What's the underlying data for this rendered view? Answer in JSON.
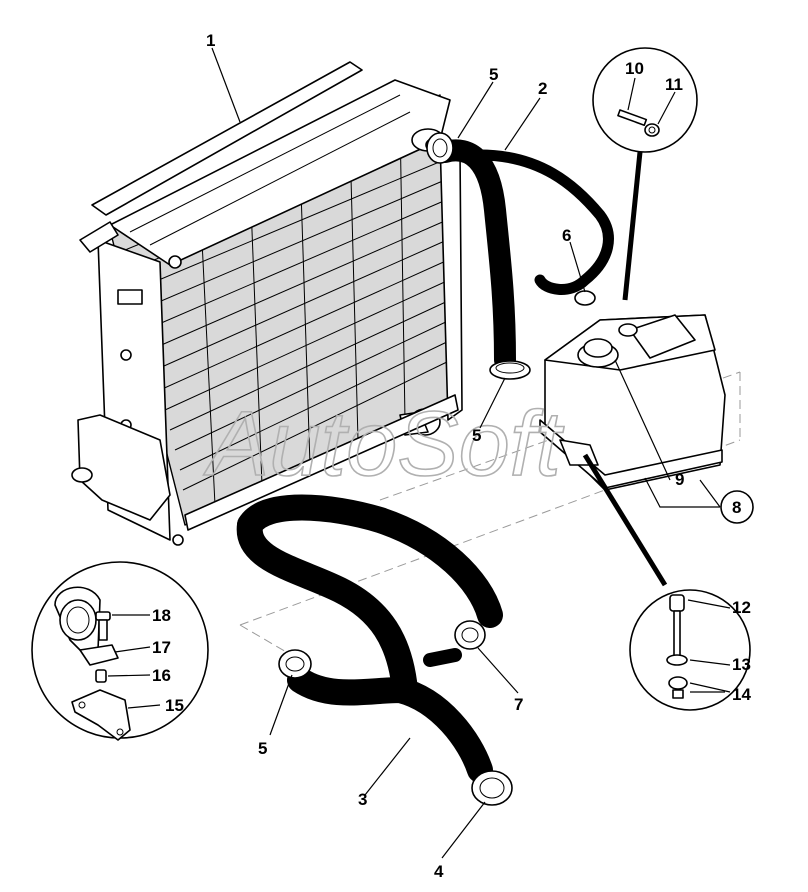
{
  "watermark": "AutoSoft",
  "callouts": {
    "c1": "1",
    "c2": "2",
    "c3": "3",
    "c4": "4",
    "c5a": "5",
    "c5b": "5",
    "c5c": "5",
    "c6": "6",
    "c7": "7",
    "c8": "8",
    "c9": "9",
    "c10": "10",
    "c11": "11",
    "c12": "12",
    "c13": "13",
    "c14": "14",
    "c15": "15",
    "c16": "16",
    "c17": "17",
    "c18": "18"
  }
}
